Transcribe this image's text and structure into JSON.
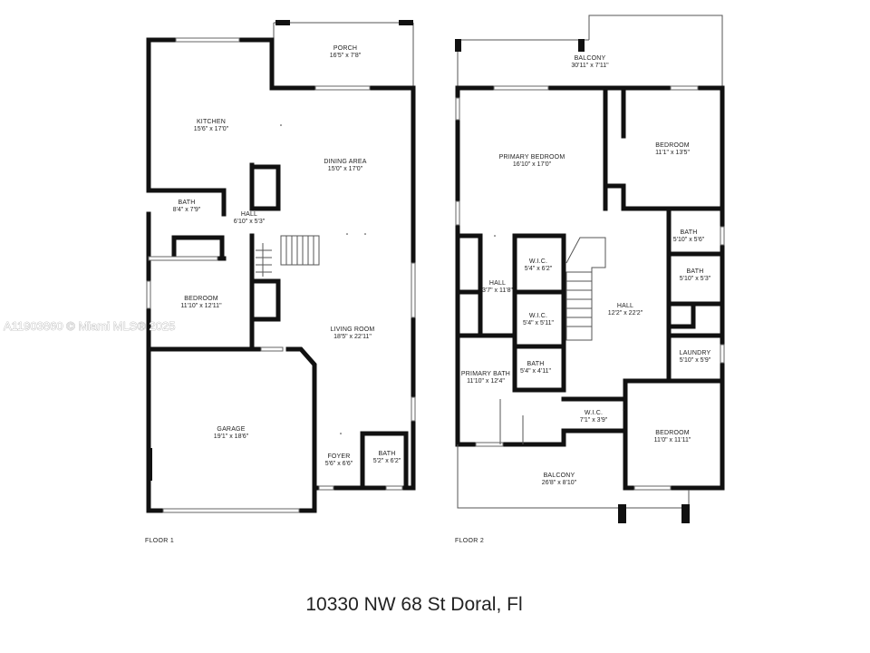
{
  "watermark": "A11903860 © Miami MLS® 2025",
  "address": "10330 NW 68 St Doral, Fl",
  "floors": [
    {
      "label": "FLOOR 1",
      "rooms": [
        {
          "name": "PORCH",
          "dims": "16'5\" x 7'8\""
        },
        {
          "name": "KITCHEN",
          "dims": "15'6\" x 17'0\""
        },
        {
          "name": "DINING AREA",
          "dims": "15'0\" x 17'0\""
        },
        {
          "name": "BATH",
          "dims": "8'4\" x 7'9\""
        },
        {
          "name": "HALL",
          "dims": "6'10\" x 5'3\""
        },
        {
          "name": "BEDROOM",
          "dims": "11'10\" x 12'11\""
        },
        {
          "name": "LIVING ROOM",
          "dims": "18'5\" x 22'11\""
        },
        {
          "name": "GARAGE",
          "dims": "19'1\" x 18'6\""
        },
        {
          "name": "FOYER",
          "dims": "5'6\" x 6'6\""
        },
        {
          "name": "BATH",
          "dims": "5'2\" x 6'2\""
        }
      ]
    },
    {
      "label": "FLOOR 2",
      "rooms": [
        {
          "name": "BALCONY",
          "dims": "30'11\" x 7'11\""
        },
        {
          "name": "PRIMARY BEDROOM",
          "dims": "16'10\" x 17'0\""
        },
        {
          "name": "BEDROOM",
          "dims": "11'1\" x 13'5\""
        },
        {
          "name": "BATH",
          "dims": "5'10\" x 5'6\""
        },
        {
          "name": "BATH",
          "dims": "5'10\" x 5'3\""
        },
        {
          "name": "W.I.C.",
          "dims": "5'4\" x 6'2\""
        },
        {
          "name": "HALL",
          "dims": "3'7\" x 11'8\""
        },
        {
          "name": "W.I.C.",
          "dims": "5'4\" x 5'11\""
        },
        {
          "name": "HALL",
          "dims": "12'2\" x 22'2\""
        },
        {
          "name": "LAUNDRY",
          "dims": "5'10\" x 5'9\""
        },
        {
          "name": "BATH",
          "dims": "5'4\" x 4'11\""
        },
        {
          "name": "PRIMARY BATH",
          "dims": "11'10\" x 12'4\""
        },
        {
          "name": "W.I.C.",
          "dims": "7'1\" x 3'9\""
        },
        {
          "name": "BEDROOM",
          "dims": "11'0\" x 11'11\""
        },
        {
          "name": "BALCONY",
          "dims": "26'8\" x 8'10\""
        }
      ]
    }
  ]
}
